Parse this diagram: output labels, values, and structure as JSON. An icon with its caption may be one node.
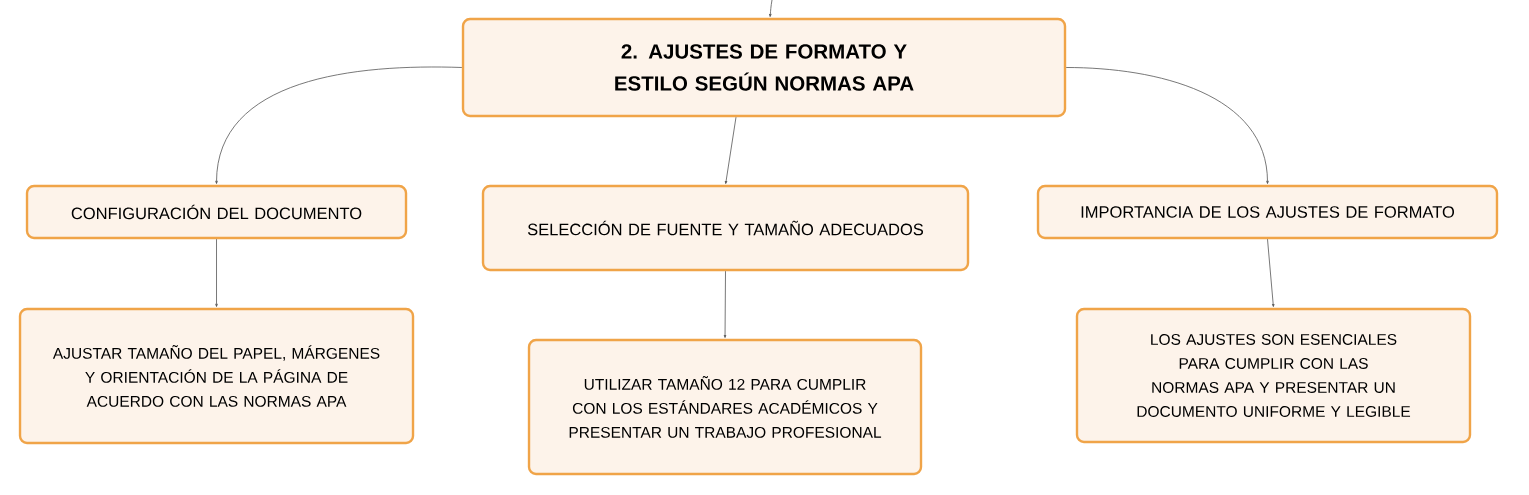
{
  "diagram": {
    "nodes": [
      {
        "text": [
          "2. AJUSTES DE FORMATO Y ESTILO SEGÚN NORMAS APA"
        ]
      },
      {
        "text": [
          "CONFIGURACIÓN DEL DOCUMENTO"
        ]
      },
      {
        "text": [
          "SELECCIÓN DE FUENTE Y TAMAÑO ADECUADOS"
        ]
      },
      {
        "text": [
          "IMPORTANCIA DE LOS AJUSTES DE FORMATO"
        ]
      },
      {
        "text": [
          "AJUSTAR TAMAÑO DEL PAPEL, MÁRGENES Y ORIENTACIÓN DE LA PÁGINA DE ACUERDO CON LAS NORMAS APA"
        ]
      },
      {
        "text": [
          "UTILIZAR TAMAÑO 12 PARA CUMPLIR CON LOS ESTÁNDARES ACADÉMICOS Y PRESENTAR UN TRABAJO PROFESIONAL"
        ]
      },
      {
        "text": [
          "LOS AJUSTES SON ESENCIALES PARA CUMPLIR CON LAS NORMAS APA Y PRESENTAR UN DOCUMENTO UNIFORME Y LEGIBLE"
        ]
      }
    ],
    "edges": [
      {
        "from": null,
        "to": 0,
        "arrow": "to"
      },
      {
        "from": 0,
        "to": 1,
        "arrow": "to"
      },
      {
        "from": 0,
        "to": 2,
        "arrow": "to"
      },
      {
        "from": 0,
        "to": 3,
        "arrow": "to"
      },
      {
        "from": 1,
        "to": 4,
        "arrow": "to"
      },
      {
        "from": 2,
        "to": 5,
        "arrow": "to"
      },
      {
        "from": 3,
        "to": 6,
        "arrow": "to"
      }
    ]
  }
}
